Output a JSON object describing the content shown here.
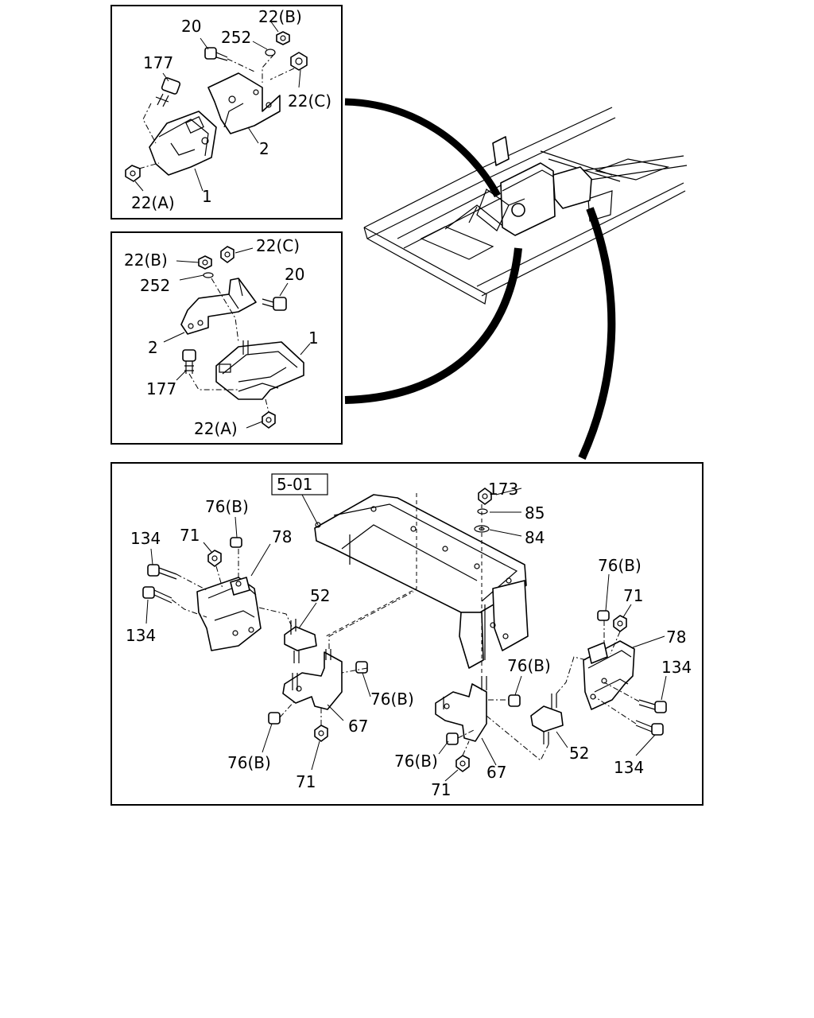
{
  "ref_box": "5-01",
  "panel_a": {
    "l20": "20",
    "l22b": "22(B)",
    "l252": "252",
    "l177": "177",
    "l22c": "22(C)",
    "l2": "2",
    "l22a": "22(A)",
    "l1": "1"
  },
  "panel_b": {
    "l22b": "22(B)",
    "l22c": "22(C)",
    "l252": "252",
    "l20": "20",
    "l2": "2",
    "l1": "1",
    "l177": "177",
    "l22a": "22(A)"
  },
  "panel_c": {
    "l173": "173",
    "l85": "85",
    "l84": "84",
    "l76b_1": "76(B)",
    "l71_1": "71",
    "l78_1": "78",
    "l134_1": "134",
    "l134_2": "134",
    "l52_1": "52",
    "l76b_2": "76(B)",
    "l67_1": "67",
    "l76b_3": "76(B)",
    "l71_2": "71",
    "l76b_4": "76(B)",
    "l71_3": "71",
    "l78_2": "78",
    "l134_3": "134",
    "l76b_5": "76(B)",
    "l52_2": "52",
    "l134_4": "134",
    "l76b_6": "76(B)",
    "l71_4": "71",
    "l67_2": "67"
  }
}
